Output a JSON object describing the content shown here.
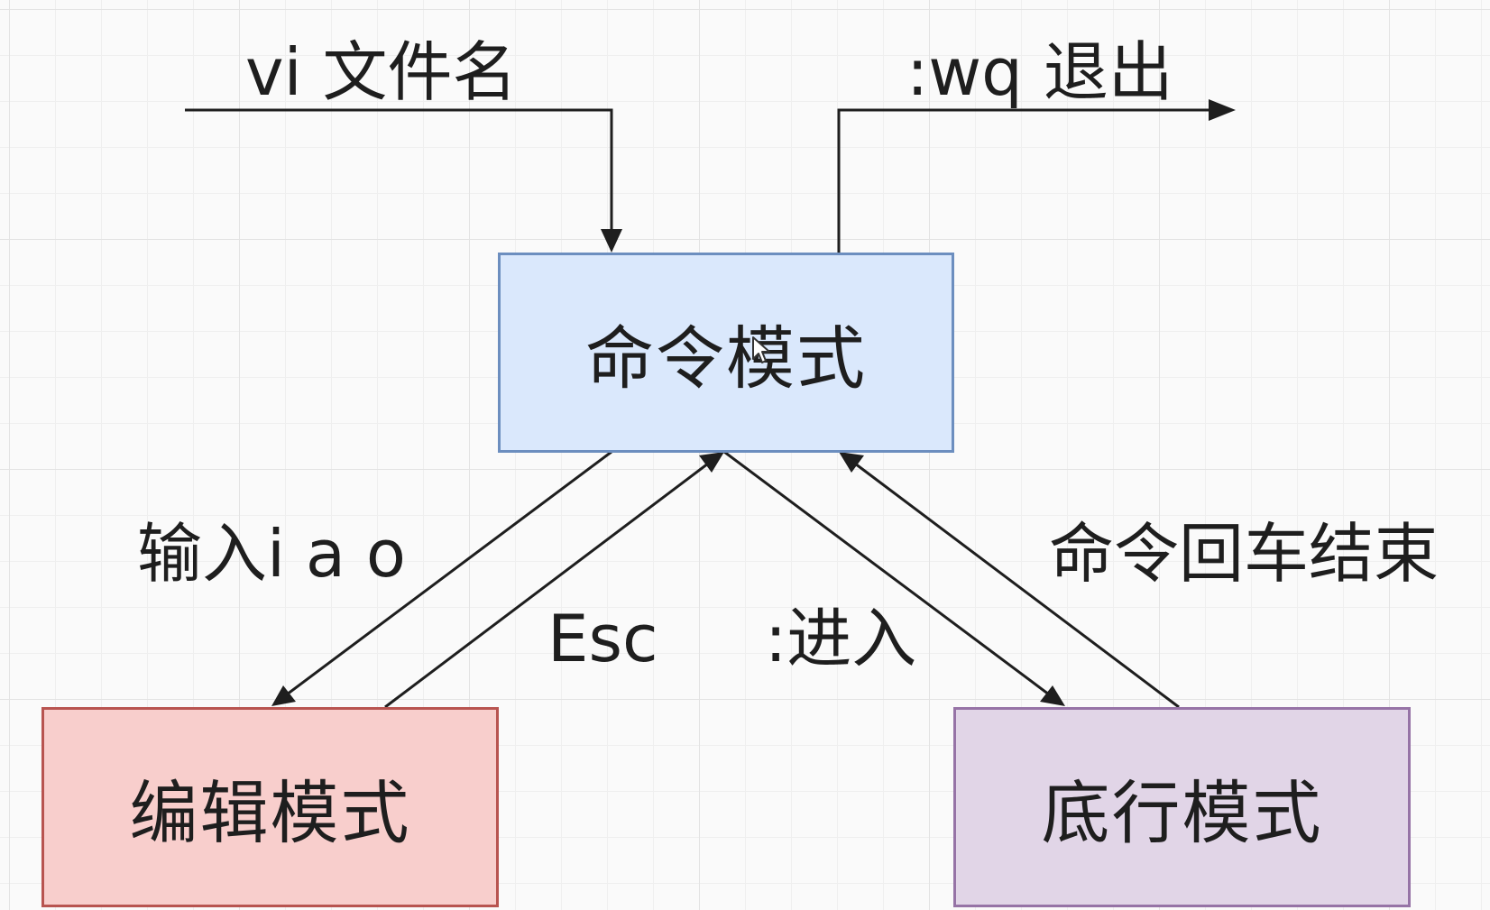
{
  "diagram": {
    "nodes": {
      "command": {
        "label": "命令模式",
        "fill": "#dae8fc",
        "stroke": "#6c8ebf"
      },
      "edit": {
        "label": "编辑模式",
        "fill": "#f8cecc",
        "stroke": "#b85450"
      },
      "lastline": {
        "label": "底行模式",
        "fill": "#e1d5e7",
        "stroke": "#9673a6"
      }
    },
    "edges": {
      "open_file": {
        "label": "vi 文件名"
      },
      "save_quit": {
        "label": ":wq 退出"
      },
      "to_edit": {
        "label": "输入i a o"
      },
      "edit_to_command": {
        "label": "Esc"
      },
      "to_lastline": {
        "label": ":进入"
      },
      "lastline_to_command": {
        "label": "命令回车结束"
      }
    },
    "edge_color": "#1e1e1e"
  }
}
